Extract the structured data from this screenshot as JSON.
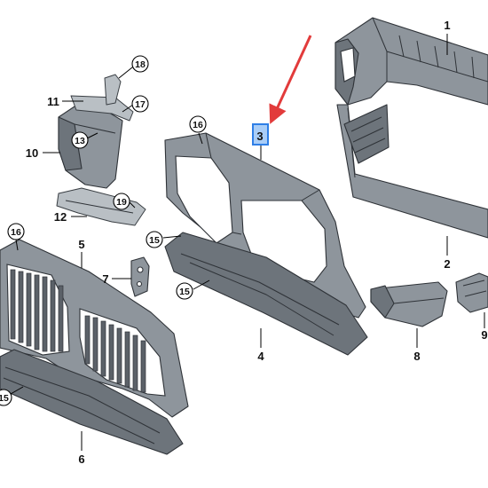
{
  "diagram": {
    "callouts": [
      {
        "id": "c1",
        "label": "1"
      },
      {
        "id": "c2",
        "label": "2"
      },
      {
        "id": "c3",
        "label": "3"
      },
      {
        "id": "c4",
        "label": "4"
      },
      {
        "id": "c5",
        "label": "5"
      },
      {
        "id": "c6",
        "label": "6"
      },
      {
        "id": "c7",
        "label": "7"
      },
      {
        "id": "c8",
        "label": "8"
      },
      {
        "id": "c9",
        "label": "9"
      },
      {
        "id": "c10",
        "label": "10"
      },
      {
        "id": "c11",
        "label": "11"
      },
      {
        "id": "c12",
        "label": "12"
      }
    ],
    "circled_callouts": [
      {
        "id": "r13",
        "label": "13"
      },
      {
        "id": "r15a",
        "label": "15"
      },
      {
        "id": "r15b",
        "label": "15"
      },
      {
        "id": "r15c",
        "label": "15"
      },
      {
        "id": "r16a",
        "label": "16"
      },
      {
        "id": "r16b",
        "label": "16"
      },
      {
        "id": "r17",
        "label": "17"
      },
      {
        "id": "r18",
        "label": "18"
      },
      {
        "id": "r19",
        "label": "19"
      }
    ],
    "highlight": {
      "label": "3",
      "box_color": "#2f7fe6",
      "arrow_color": "#e23b3b"
    },
    "colors": {
      "part": "#8e959c",
      "part_dark": "#6d747b",
      "line": "#2f3338"
    }
  }
}
